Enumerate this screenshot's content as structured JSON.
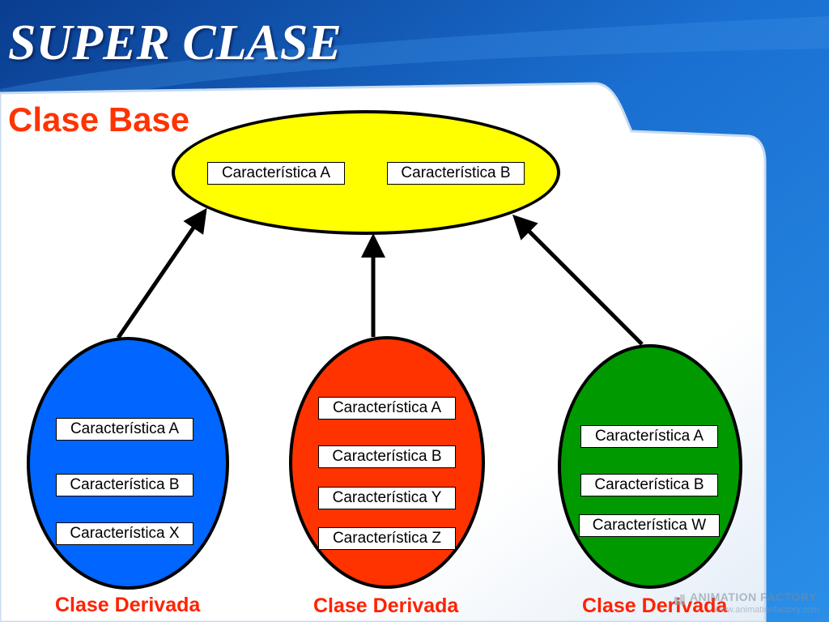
{
  "slide": {
    "title": "SUPER CLASE",
    "subtitle": "Clase Base"
  },
  "base_class": {
    "fill_color": "#ffff00",
    "features": [
      "Característica A",
      "Característica B"
    ]
  },
  "derived_classes": [
    {
      "fill_color": "#0066ff",
      "caption": "Clase Derivada",
      "features": [
        "Característica A",
        "Característica B",
        "Característica X"
      ]
    },
    {
      "fill_color": "#ff3300",
      "caption": "Clase Derivada",
      "features": [
        "Característica A",
        "Característica B",
        "Característica Y",
        "Característica Z"
      ]
    },
    {
      "fill_color": "#009900",
      "caption": "Clase Derivada",
      "features": [
        "Característica A",
        "Característica B",
        "Característica W"
      ]
    }
  ],
  "watermark": {
    "title": "ANIMATION FACTORY",
    "url": "www.animationfactory.com"
  }
}
